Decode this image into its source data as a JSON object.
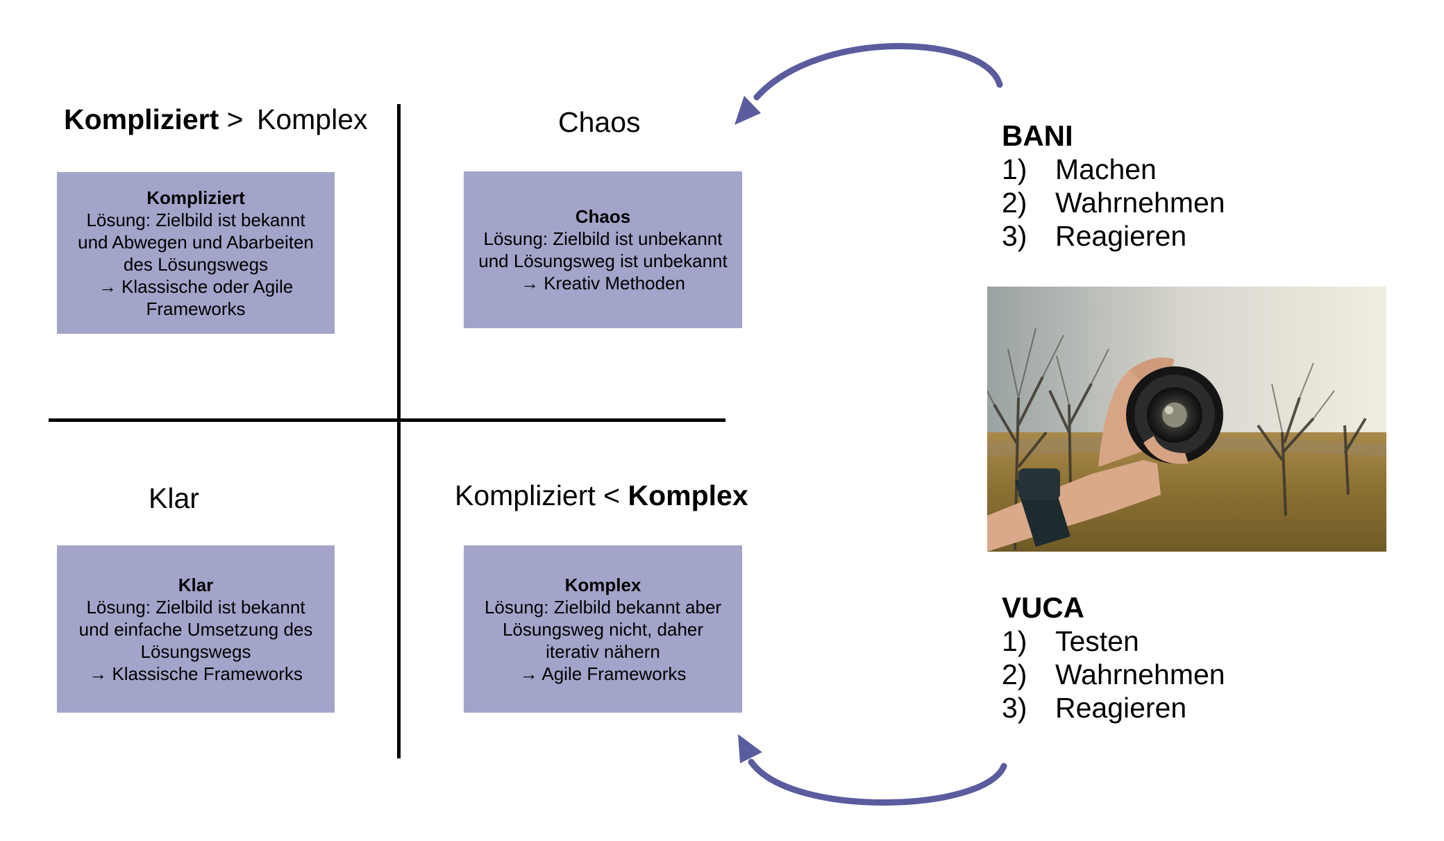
{
  "colors": {
    "box": "#a2a4ca",
    "arrow": "#5a5c9e",
    "axis": "#000000"
  },
  "quadrants": {
    "top_left": {
      "heading_bold": "Kompliziert",
      "heading_sep": " > ",
      "heading_normal": "Komplex",
      "box": {
        "title": "Kompliziert",
        "lines": [
          "Lösung: Zielbild ist bekannt",
          "und Abwegen und Abarbeiten",
          "des Lösungswegs",
          "→ Klassische oder Agile",
          "Frameworks"
        ]
      }
    },
    "top_right": {
      "heading": "Chaos",
      "box": {
        "title": "Chaos",
        "lines": [
          "Lösung: Zielbild ist unbekannt",
          "und Lösungsweg ist unbekannt",
          "→ Kreativ Methoden"
        ]
      }
    },
    "bottom_left": {
      "heading": "Klar",
      "box": {
        "title": "Klar",
        "lines": [
          "Lösung: Zielbild ist bekannt",
          "und einfache Umsetzung des",
          "Lösungswegs",
          "→ Klassische Frameworks"
        ]
      }
    },
    "bottom_right": {
      "heading_normal": "Kompliziert",
      "heading_sep": " < ",
      "heading_bold": "Komplex",
      "box": {
        "title": "Komplex",
        "lines": [
          "Lösung: Zielbild bekannt aber",
          "Lösungsweg nicht, daher",
          "iterativ nähern",
          "→ Agile Frameworks"
        ]
      }
    }
  },
  "bani": {
    "title": "BANI",
    "items": [
      {
        "num": "1)",
        "label": "Machen"
      },
      {
        "num": "2)",
        "label": "Wahrnehmen"
      },
      {
        "num": "3)",
        "label": "Reagieren"
      }
    ]
  },
  "vuca": {
    "title": "VUCA",
    "items": [
      {
        "num": "1)",
        "label": "Testen"
      },
      {
        "num": "2)",
        "label": "Wahrnehmen"
      },
      {
        "num": "3)",
        "label": "Reagieren"
      }
    ]
  },
  "image": {
    "icon": "hand-holding-camera-lens-photo"
  }
}
